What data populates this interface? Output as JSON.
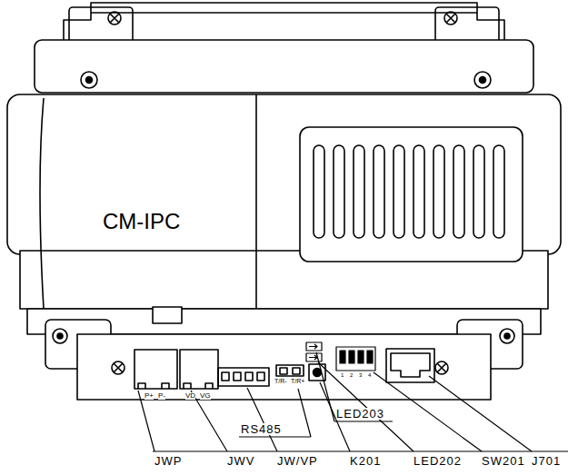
{
  "diagram": {
    "labels": [
      "CM-IPC",
      "P+",
      "P-",
      "VD",
      "VG",
      "T/R-",
      "T/R+",
      "1",
      "2",
      "3",
      "4",
      "RS485",
      "LED203",
      "JWP",
      "JWV",
      "JW/VP",
      "K201",
      "LED202",
      "SW201",
      "J701"
    ]
  }
}
